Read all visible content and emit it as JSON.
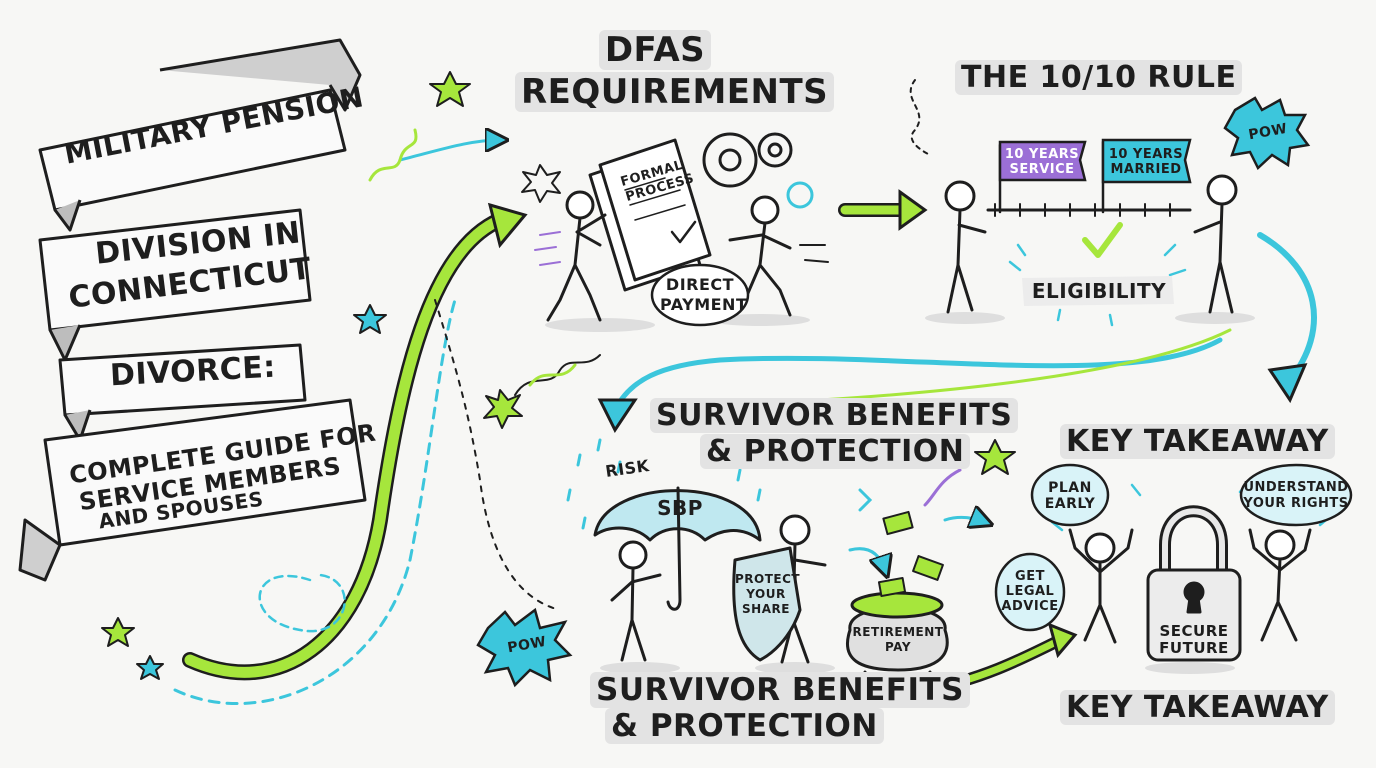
{
  "title": {
    "line1": "MILITARY PENSION",
    "line2a": "DIVISION IN",
    "line2b": "CONNECTICUT",
    "line3": "DIVORCE:",
    "line4a": "COMPLETE GUIDE FOR",
    "line4b": "SERVICE MEMBERS",
    "line4c": "AND SPOUSES"
  },
  "dfas": {
    "heading_a": "DFAS",
    "heading_b": "REQUIREMENTS",
    "document_label_a": "FORMAL",
    "document_label_b": "PROCESS",
    "bubble_a": "DIRECT",
    "bubble_b": "PAYMENT"
  },
  "rule": {
    "heading": "THE 10/10 RULE",
    "flag1_a": "10 YEARS",
    "flag1_b": "SERVICE",
    "flag2_a": "10 YEARS",
    "flag2_b": "MARRIED",
    "eligibility": "ELIGIBILITY",
    "pow": "POW"
  },
  "survivor": {
    "heading_a": "SURVIVOR BENEFITS",
    "heading_b": "& PROTECTION",
    "risk": "RISK",
    "umbrella": "SBP",
    "shield_a": "PROTECT",
    "shield_b": "YOUR",
    "shield_c": "SHARE",
    "pot_a": "RETIREMENT",
    "pot_b": "PAY",
    "pow": "POW",
    "footer_a": "SURVIVOR BENEFITS",
    "footer_b": "& PROTECTION"
  },
  "takeaway": {
    "heading": "KEY TAKEAWAY",
    "plan_a": "PLAN",
    "plan_b": "EARLY",
    "understand_a": "UNDERSTAND",
    "understand_b": "YOUR RIGHTS",
    "legal_a": "GET",
    "legal_b": "LEGAL",
    "legal_c": "ADVICE",
    "lock_a": "SECURE",
    "lock_b": "FUTURE",
    "footer": "KEY TAKEAWAY"
  },
  "colors": {
    "ink": "#1e1e1e",
    "lime": "#a6e63c",
    "cyan": "#3cc6dc",
    "purple": "#9b6fd6",
    "paper": "#f7f7f5",
    "gray_fill": "#dcdcdc"
  }
}
